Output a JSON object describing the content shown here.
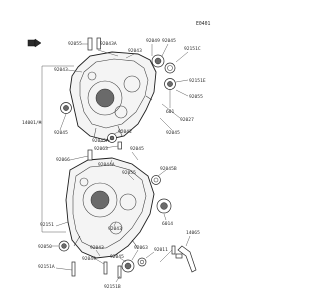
{
  "diagram": {
    "figure_code": "E0401",
    "part_labels": {
      "top_left": "92055",
      "top_a": "92043A",
      "top_b": "92043",
      "top_c": "92049",
      "top_d": "92045",
      "top_e": "92151C",
      "left_1": "92043",
      "right_1": "92151E",
      "right_2": "92055",
      "mid_1": "601",
      "mid_2": "92027",
      "mid_3": "92045",
      "assy": "14001/A",
      "left_2": "92045",
      "mid_4": "92042",
      "mid_5": "92045A",
      "mid_6": "92063",
      "mid_7": "92045",
      "left_3": "92066",
      "mid_8": "92044A",
      "right_3": "92045B",
      "low_1": "92055",
      "right_4": "6014",
      "left_4": "92151",
      "low_2": "92043",
      "left_5": "92050",
      "low_3": "14065",
      "low_4": "92043",
      "low_5": "92063",
      "low_6": "92049",
      "low_7": "92045",
      "low_8": "92011",
      "left_6": "92151A",
      "low_9": "92151B"
    }
  }
}
